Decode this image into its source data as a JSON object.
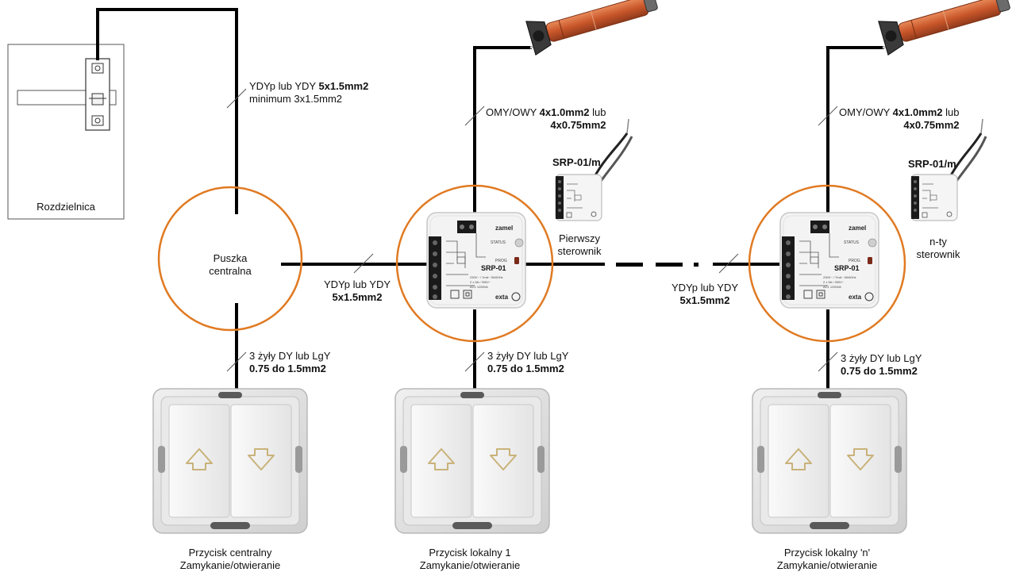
{
  "panel": {
    "label": "Rozdzielnica"
  },
  "central_box": {
    "label_line1": "Puszka",
    "label_line2": "centralna"
  },
  "cables": {
    "feed": {
      "line1_prefix": "YDYp lub YDY ",
      "line1_bold": "5x1.5mm2",
      "line2": "minimum 3x1.5mm2"
    },
    "bus_1": {
      "line1": "YDYp lub YDY",
      "line2": "5x1.5mm2"
    },
    "bus_2": {
      "line1": "YDYp lub YDY",
      "line2": "5x1.5mm2"
    },
    "motor_1": {
      "line1_prefix": "OMY/OWY ",
      "line1_bold": "4x1.0mm2",
      "line1_suffix": " lub",
      "line2": "4x0.75mm2"
    },
    "motor_2": {
      "line1_prefix": "OMY/OWY ",
      "line1_bold": "4x1.0mm2",
      "line1_suffix": " lub",
      "line2": "4x0.75mm2"
    },
    "button_1": {
      "line1": "3 żyły DY lub LgY",
      "line2": "0.75 do 1.5mm2"
    },
    "button_2": {
      "line1": "3 żyły DY lub LgY",
      "line2": "0.75 do 1.5mm2"
    },
    "button_3": {
      "line1": "3 żyły DY lub LgY",
      "line2": "0.75 do 1.5mm2"
    }
  },
  "module": {
    "brand": "zamel",
    "model": "SRP-01",
    "status": "STATUS",
    "prog": "PROG",
    "exta": "exta",
    "spec1": "230V~ / 7mA~ 50/60Hz",
    "spec2": "2 x 5A / 250V~",
    "spec3": "AC1 1250VA"
  },
  "remote": {
    "label": "SRP-01/m"
  },
  "controllers": {
    "first": {
      "line1": "Pierwszy",
      "line2": "sterownik"
    },
    "nth": {
      "line1": "n-ty",
      "line2": "sterownik"
    }
  },
  "buttons": {
    "central": {
      "line1": "Przycisk centralny",
      "line2": "Zamykanie/otwieranie"
    },
    "local_1": {
      "line1": "Przycisk lokalny 1",
      "line2": "Zamykanie/otwieranie"
    },
    "local_n": {
      "line1": "Przycisk lokalny 'n'",
      "line2": "Zamykanie/otwieranie"
    }
  },
  "colors": {
    "wire": "#000000",
    "ring": "#e07a22",
    "motor": "#c8562a",
    "switch_frame": "#dedede",
    "arrow": "#c9b27a"
  }
}
